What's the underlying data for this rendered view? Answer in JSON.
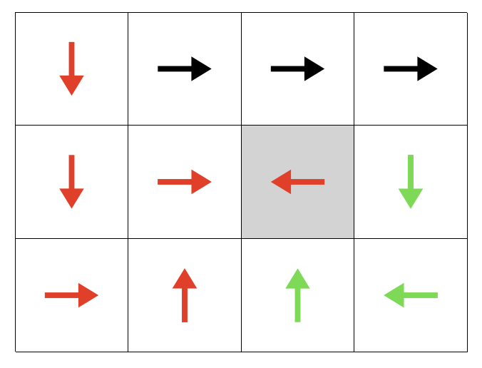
{
  "grid": {
    "rows": 3,
    "cols": 4,
    "colors": {
      "red": "#e0402a",
      "black": "#000000",
      "green": "#7ed957",
      "blocked": "#d3d3d3",
      "line": "#000000"
    },
    "cells": [
      {
        "row": 0,
        "col": 0,
        "arrow": "down",
        "color": "red"
      },
      {
        "row": 0,
        "col": 1,
        "arrow": "right",
        "color": "black"
      },
      {
        "row": 0,
        "col": 2,
        "arrow": "right",
        "color": "black"
      },
      {
        "row": 0,
        "col": 3,
        "arrow": "right",
        "color": "black"
      },
      {
        "row": 1,
        "col": 0,
        "arrow": "down",
        "color": "red"
      },
      {
        "row": 1,
        "col": 1,
        "arrow": "right",
        "color": "red"
      },
      {
        "row": 1,
        "col": 2,
        "arrow": "left",
        "color": "red",
        "blocked": true
      },
      {
        "row": 1,
        "col": 3,
        "arrow": "down",
        "color": "green"
      },
      {
        "row": 2,
        "col": 0,
        "arrow": "right",
        "color": "red"
      },
      {
        "row": 2,
        "col": 1,
        "arrow": "up",
        "color": "red"
      },
      {
        "row": 2,
        "col": 2,
        "arrow": "up",
        "color": "green"
      },
      {
        "row": 2,
        "col": 3,
        "arrow": "left",
        "color": "green"
      }
    ]
  }
}
